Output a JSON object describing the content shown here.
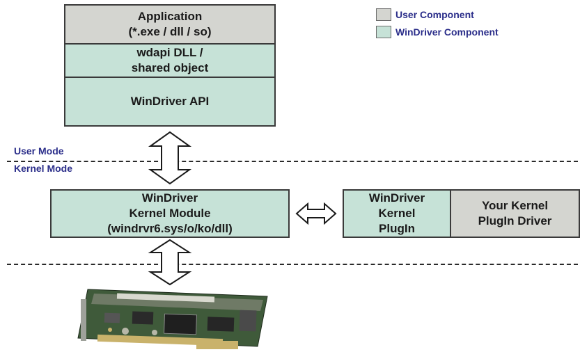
{
  "legend": {
    "user_component": "User Component",
    "windriver_component": "WinDriver Component",
    "user_color": "#d4d5d0",
    "windriver_color": "#c6e2d7"
  },
  "app_box": {
    "line1": "Application",
    "line2": "(*.exe / dll / so)"
  },
  "wdapi_box": {
    "line1": "wdapi DLL /",
    "line2": "shared object"
  },
  "api_box": {
    "label": "WinDriver API"
  },
  "modes": {
    "user_mode": "User Mode",
    "kernel_mode": "Kernel Mode"
  },
  "kernel_module_box": {
    "line1": "WinDriver",
    "line2": "Kernel Module",
    "line3": "(windrvr6.sys/o/ko/dll)"
  },
  "plugin_box": {
    "line1": "WinDriver",
    "line2": "Kernel",
    "line3": "PlugIn"
  },
  "your_driver_box": {
    "line1": "Your Kernel",
    "line2": "PlugIn Driver"
  },
  "icons": {
    "vertical_arrow": "double-headed-vertical-arrow",
    "horizontal_arrow": "double-headed-horizontal-arrow",
    "hardware": "pci-card"
  }
}
